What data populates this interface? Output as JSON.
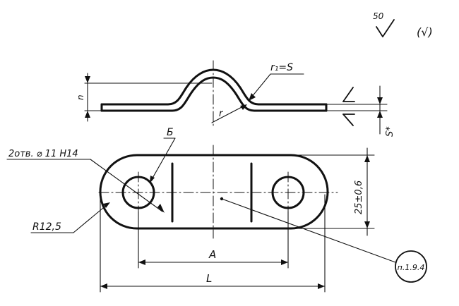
{
  "roughness": {
    "value": "50",
    "note": "(√)"
  },
  "side_view": {
    "height_label": "n",
    "r1_label": "r₁=S",
    "r_label": "r",
    "thickness_label": "S*"
  },
  "plan_view": {
    "holes_label": "2отв. ⌀ 11 H14",
    "detail_label": "Б",
    "radius_label": "R12,5",
    "width_label": "25±0,6",
    "spacing_label": "A",
    "length_label": "L",
    "note_ref": "п.1.9.4"
  }
}
